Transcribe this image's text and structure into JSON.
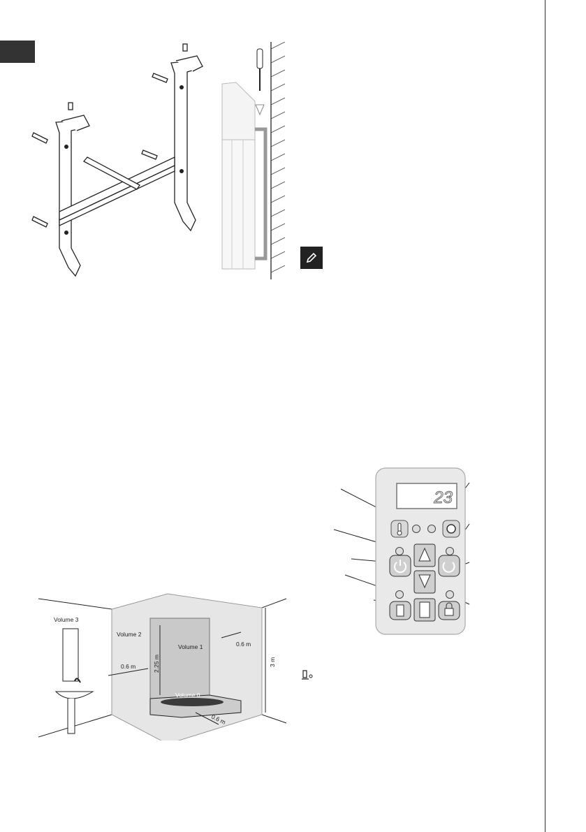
{
  "panel": {
    "display_value": "23"
  },
  "bathroom": {
    "volume_0": "Volume 0",
    "volume_1": "Volume 1",
    "volume_2": "Volume 2",
    "volume_3": "Volume 3",
    "dim_side": "0.6 m",
    "dim_right": "0.6 m",
    "dim_front": "0.6 m",
    "dim_height_shower": "2.25 m",
    "dim_height_room": "3 m"
  },
  "icons": {
    "note": "pencil-icon",
    "thermometer": "thermometer-icon",
    "power": "power-icon",
    "eco": "eco-icon",
    "window": "window-icon",
    "lock": "lock-icon",
    "up": "arrow-up-icon",
    "down": "arrow-down-icon",
    "pilot": "pilot-wire-icon"
  }
}
